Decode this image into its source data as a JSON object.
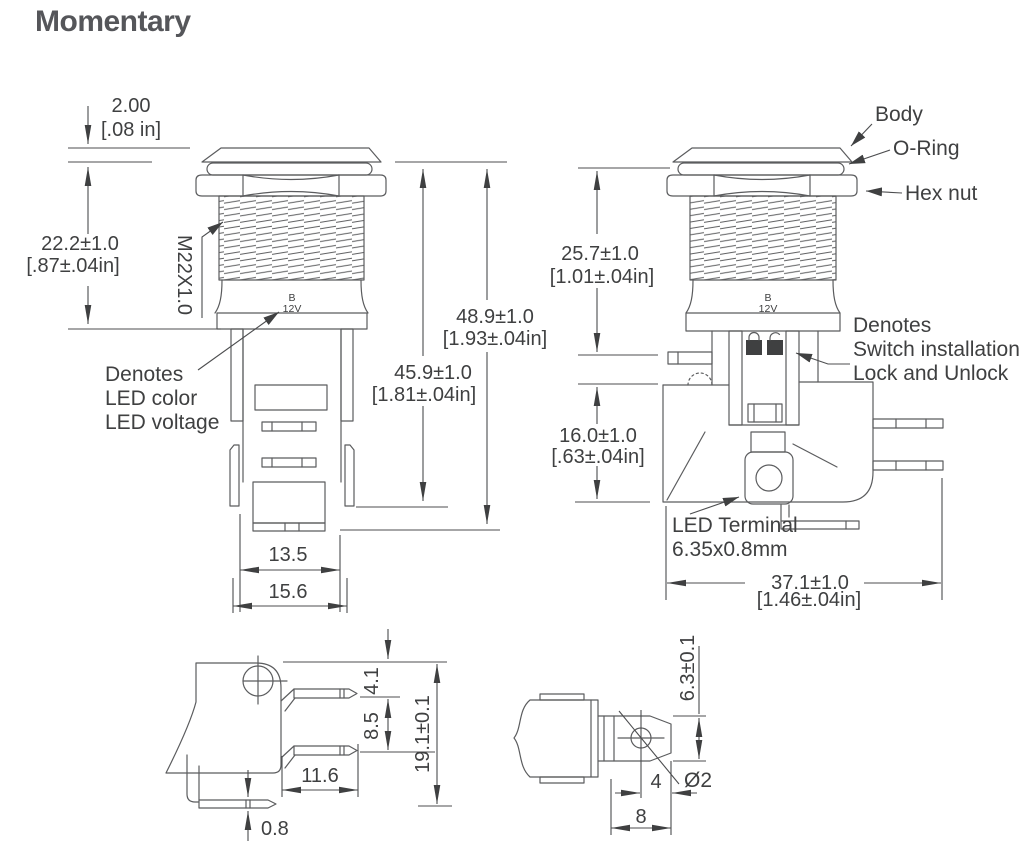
{
  "title": "Momentary",
  "colors": {
    "line": "#5b5c5e",
    "text": "#3f4041",
    "title": "#55565a"
  },
  "front_view": {
    "dim_cap_height_mm": "2.00",
    "dim_cap_height_in": "[.08 in]",
    "dim_thread_mm": "22.2±1.0",
    "dim_thread_in": "[.87±.04in]",
    "thread_spec": "M22X1.0",
    "marking_color": "B",
    "marking_voltage": "12V",
    "note_led_1": "Denotes",
    "note_led_2": "LED color",
    "note_led_3": "LED voltage",
    "dim_total_mm": "48.9±1.0",
    "dim_total_in": "[1.93±.04in]",
    "dim_body_mm": "45.9±1.0",
    "dim_body_in": "[1.81±.04in]",
    "dim_inner_width": "13.5",
    "dim_outer_width": "15.6"
  },
  "side_view": {
    "label_body": "Body",
    "label_oring": "O-Ring",
    "label_hexnut": "Hex nut",
    "marking_color": "B",
    "marking_voltage": "12V",
    "note_lock_1": "Denotes",
    "note_lock_2": "Switch installation",
    "note_lock_3": "Lock and Unlock",
    "dim_upper_mm": "25.7±1.0",
    "dim_upper_in": "[1.01±.04in]",
    "dim_lower_mm": "16.0±1.0",
    "dim_lower_in": "[.63±.04in]",
    "note_terminal_1": "LED Terminal",
    "note_terminal_2": "6.35x0.8mm",
    "dim_depth_mm": "37.1±1.0",
    "dim_depth_in": "[1.46±.04in]"
  },
  "bracket_view": {
    "dim_pin1_offset": "4.1",
    "dim_pin_pitch": "8.5",
    "dim_total_height": "19.1±0.1",
    "dim_pin_length": "11.6",
    "dim_pin_thickness": "0.8"
  },
  "lug_view": {
    "dim_lug_width": "6.3±0.1",
    "dim_hole_dia": "Ø2",
    "dim_hole_to_end": "4",
    "dim_lug_length": "8"
  }
}
